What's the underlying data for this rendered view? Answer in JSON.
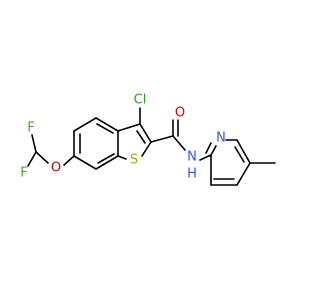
{
  "colors": {
    "bond": "#000000",
    "carbon": "#000000",
    "fluorine": "#4aa832",
    "chlorine": "#22aa22",
    "oxygen": "#dd0000",
    "sulfur": "#b5a400",
    "nitrogen": "#3355ee"
  },
  "atoms": {
    "f1": "F",
    "f2": "F",
    "o_ether": "O",
    "cl": "Cl",
    "s": "S",
    "o_carbonyl": "O",
    "n_amide": "N",
    "h_amide": "H",
    "n_pyridine": "N"
  }
}
